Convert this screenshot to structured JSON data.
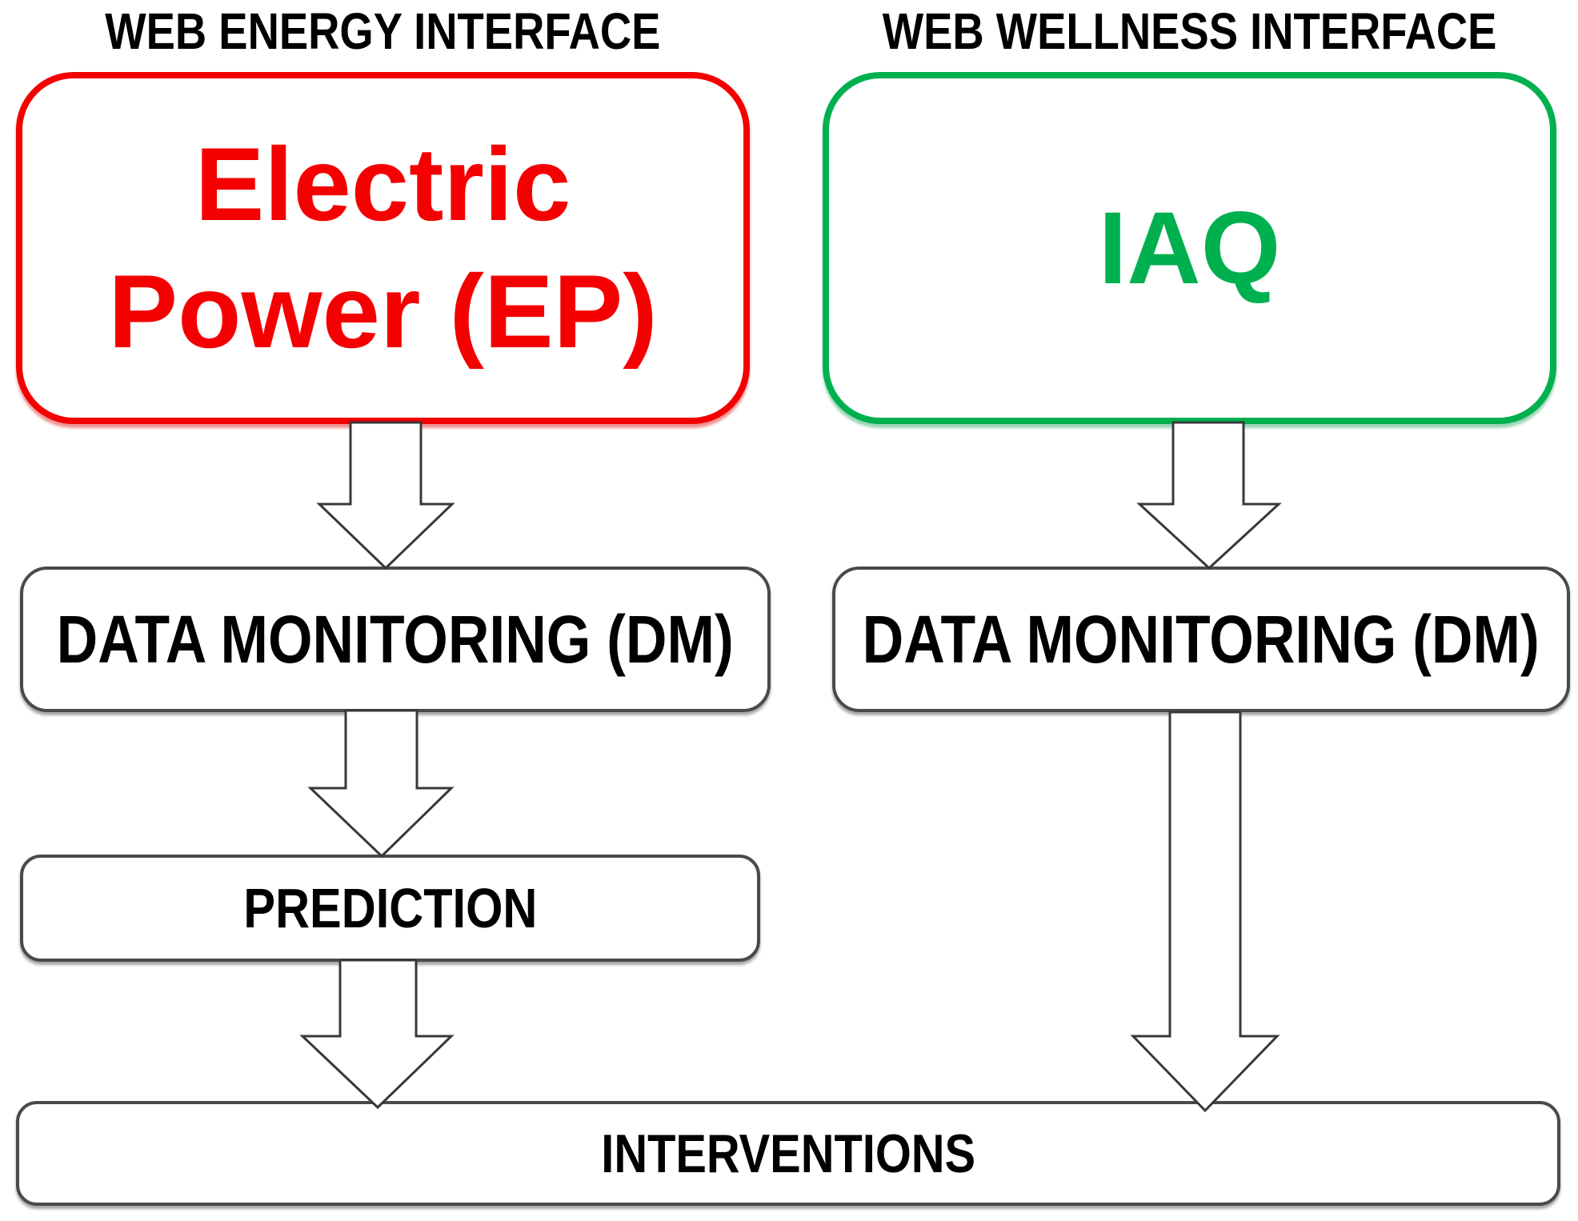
{
  "diagram": {
    "colors": {
      "energy": "#f40000",
      "wellness": "#00b04f",
      "outline": "#4a4a4a",
      "text": "#000000"
    },
    "columns": {
      "energy": {
        "header": "WEB ENERGY INTERFACE",
        "source_box": {
          "label": "Electric Power (EP)",
          "label_line1": "Electric",
          "label_line2": "Power (EP)"
        },
        "monitoring_box": {
          "label": "DATA MONITORING (DM)"
        },
        "prediction_box": {
          "label": "PREDICTION"
        }
      },
      "wellness": {
        "header": "WEB WELLNESS INTERFACE",
        "source_box": {
          "label": "IAQ"
        },
        "monitoring_box": {
          "label": "DATA MONITORING (DM)"
        }
      }
    },
    "interventions_box": {
      "label": "INTERVENTIONS"
    },
    "flows": [
      {
        "from": "Electric Power (EP)",
        "to": "DATA MONITORING (DM)"
      },
      {
        "from": "IAQ",
        "to": "DATA MONITORING (DM)"
      },
      {
        "from": "DATA MONITORING (DM) [energy]",
        "to": "PREDICTION"
      },
      {
        "from": "PREDICTION",
        "to": "INTERVENTIONS"
      },
      {
        "from": "DATA MONITORING (DM) [wellness]",
        "to": "INTERVENTIONS"
      }
    ]
  }
}
